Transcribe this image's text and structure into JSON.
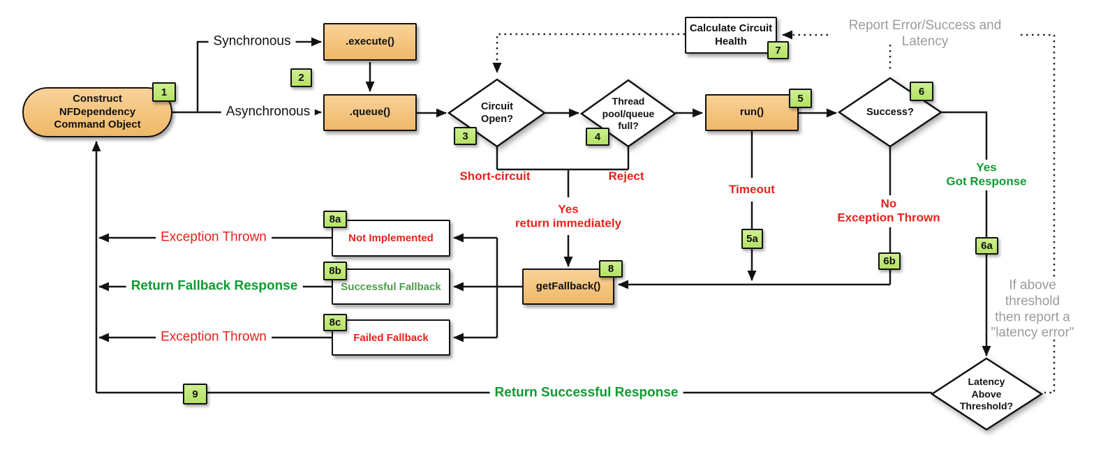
{
  "diagram": {
    "nodes": {
      "construct": {
        "label": "Construct\nNFDependency\nCommand Object",
        "badge": "1"
      },
      "execute": {
        "label": ".execute()"
      },
      "queue": {
        "label": ".queue()",
        "badge": "2"
      },
      "circuit_open": {
        "label": "Circuit\nOpen?",
        "badge": "3"
      },
      "thread_pool": {
        "label": "Thread\npool/queue\nfull?",
        "badge": "4"
      },
      "run": {
        "label": "run()",
        "badge": "5"
      },
      "success": {
        "label": "Success?",
        "badge": "6"
      },
      "calc_health": {
        "label": "Calculate Circuit\nHealth",
        "badge": "7"
      },
      "get_fallback": {
        "label": "getFallback()",
        "badge": "8"
      },
      "not_implemented": {
        "label": "Not Implemented",
        "badge": "8a"
      },
      "successful_fallback": {
        "label": "Successful Fallback",
        "badge": "8b"
      },
      "failed_fallback": {
        "label": "Failed Fallback",
        "badge": "8c"
      },
      "latency_threshold": {
        "label": "Latency\nAbove\nThreshold?"
      }
    },
    "edge_labels": {
      "synchronous": "Synchronous",
      "asynchronous": "Asynchronous",
      "short_circuit": "Short-circuit",
      "reject": "Reject",
      "yes_return": "Yes\nreturn immediately",
      "timeout": "Timeout",
      "timeout_badge": "5a",
      "no_exception": "No\nException Thrown",
      "no_exception_badge": "6b",
      "yes_got_response": "Yes\nGot Response",
      "yes_got_badge": "6a",
      "report": "Report Error/Success and Latency",
      "latency_note": "If above threshold\nthen report a\n\"latency error\"",
      "exception_thrown_a": "Exception Thrown",
      "return_fallback": "Return Fallback Response",
      "exception_thrown_b": "Exception Thrown",
      "return_successful": "Return Successful Response",
      "return_successful_badge": "9"
    },
    "colors": {
      "node_orange": "#f2c27e",
      "badge_green": "#c6ec82",
      "error_red": "#e7211b",
      "success_green": "#119a33",
      "muted_green": "#4f9b4c",
      "note_gray": "#9b9b9b",
      "line_black": "#151515"
    }
  }
}
